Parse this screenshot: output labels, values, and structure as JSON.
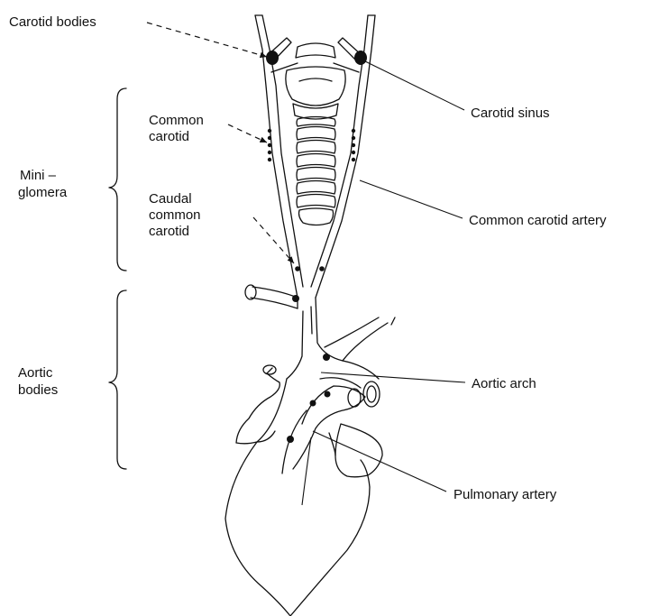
{
  "labels": {
    "carotid_bodies": "Carotid bodies",
    "carotid_sinus": "Carotid sinus",
    "common_carotid_1": "Common",
    "common_carotid_2": "carotid",
    "mini_1": "Mini –",
    "mini_2": "glomera",
    "caudal_1": "Caudal",
    "caudal_2": "common",
    "caudal_3": "carotid",
    "common_carotid_artery": "Common carotid artery",
    "aortic_1": "Aortic",
    "aortic_2": "bodies",
    "aortic_arch": "Aortic arch",
    "pulmonary_artery": "Pulmonary artery"
  },
  "colors": {
    "ink": "#111111",
    "background": "#ffffff"
  }
}
